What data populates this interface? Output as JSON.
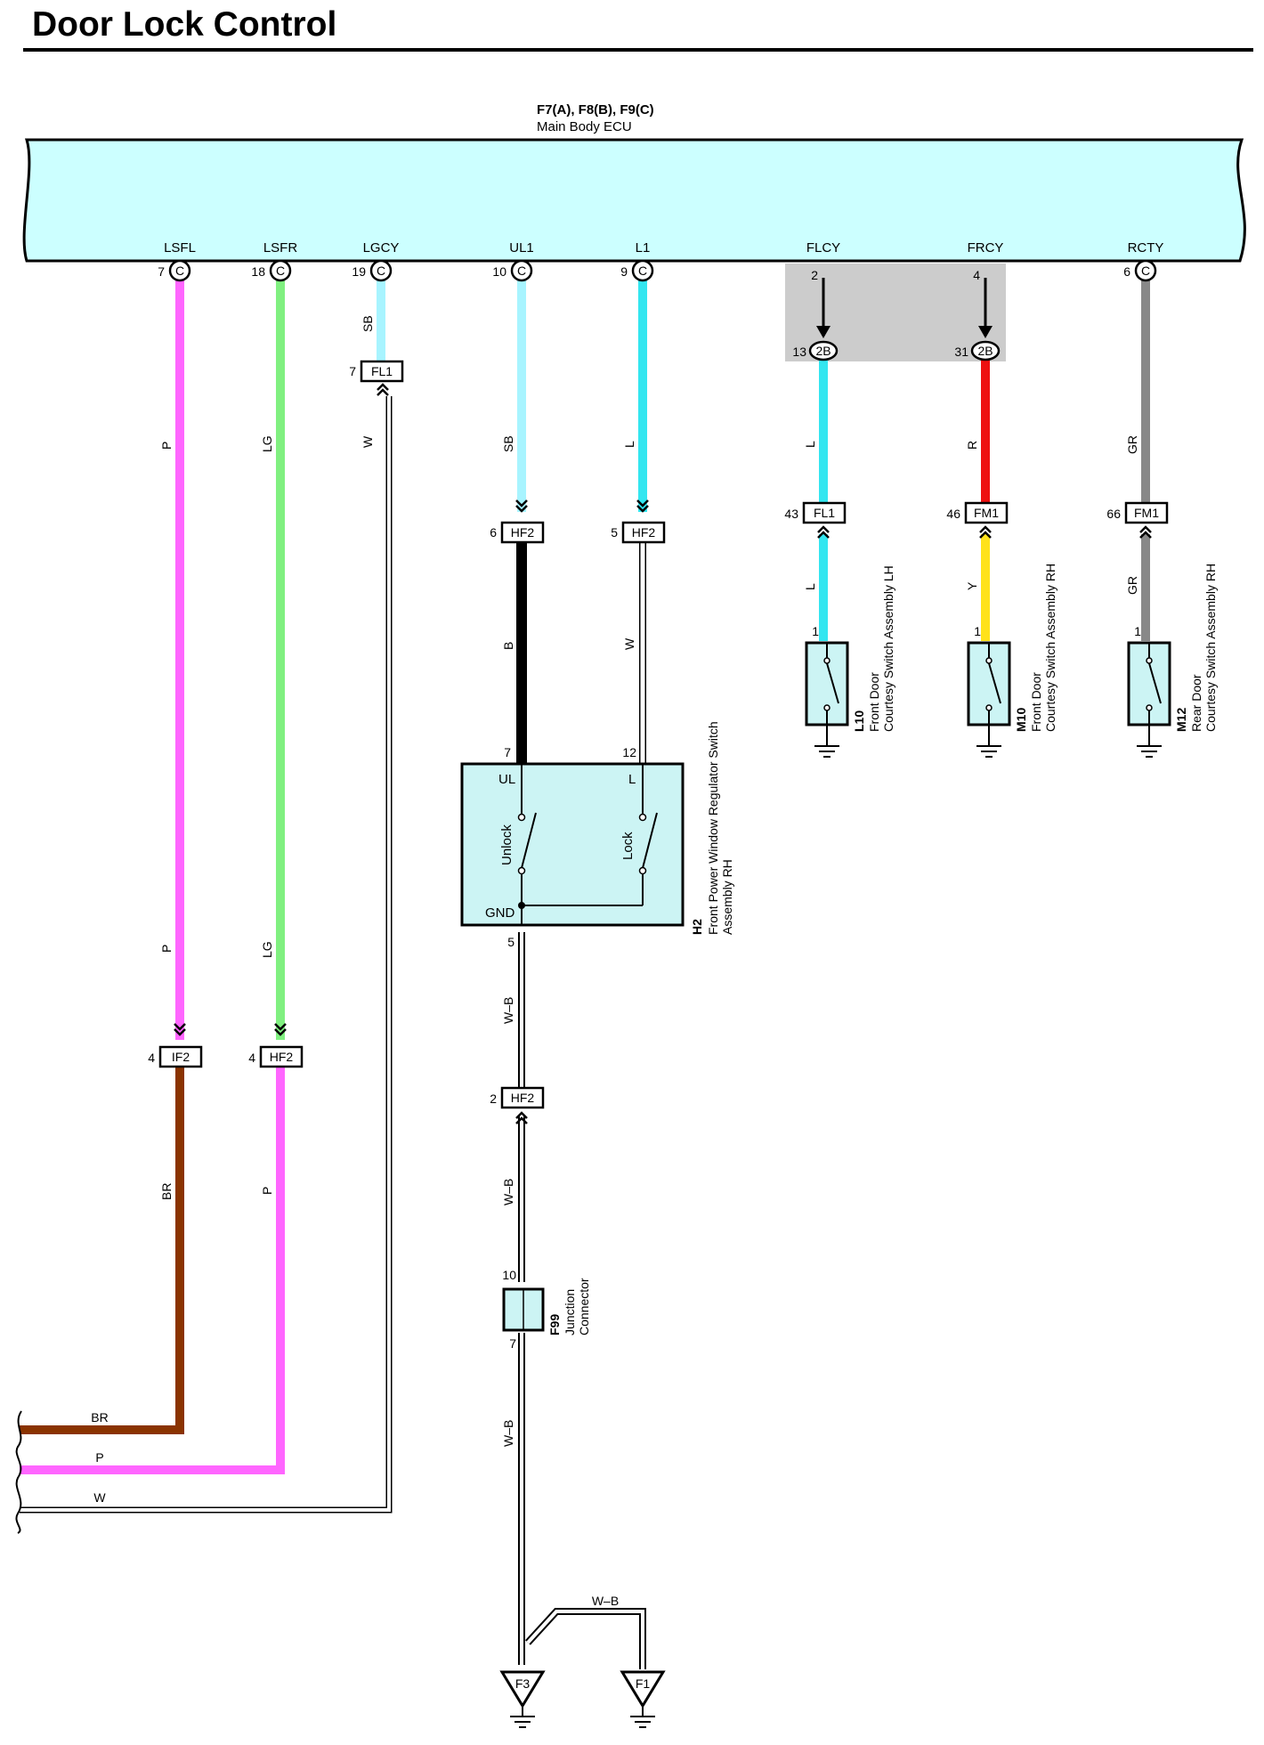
{
  "title": "Door Lock Control",
  "ecu": {
    "header": "F7(A), F8(B), F9(C)",
    "name": "Main Body ECU",
    "terminals": [
      {
        "name": "LSFL",
        "pin": "7",
        "conn": "C"
      },
      {
        "name": "LSFR",
        "pin": "18",
        "conn": "C"
      },
      {
        "name": "LGCY",
        "pin": "19",
        "conn": "C"
      },
      {
        "name": "UL1",
        "pin": "10",
        "conn": "C"
      },
      {
        "name": "L1",
        "pin": "9",
        "conn": "C"
      },
      {
        "name": "FLCY",
        "pin": "2",
        "conn": ""
      },
      {
        "name": "FRCY",
        "pin": "4",
        "conn": ""
      },
      {
        "name": "RCTY",
        "pin": "6",
        "conn": "C"
      }
    ]
  },
  "wire_colors": {
    "P": "#ff66ff",
    "LG": "#80f080",
    "SB": "#a8f4ff",
    "L": "#33e6f0",
    "R": "#ee1111",
    "Y": "#ffe21a",
    "GR": "#888888",
    "B": "#000000",
    "BR": "#8a3300",
    "W": "#ffffff",
    "W-B": "#ffffff"
  },
  "wires": [
    {
      "id": "lsfl-upper",
      "color": "P",
      "labels": [
        "P",
        "P"
      ]
    },
    {
      "id": "lsfr-upper",
      "color": "LG",
      "labels": [
        "LG",
        "LG"
      ]
    },
    {
      "id": "lgcy-top",
      "color": "SB",
      "labels": [
        "SB"
      ]
    },
    {
      "id": "lgcy-w",
      "color": "W",
      "labels": [
        "W"
      ]
    },
    {
      "id": "ul1-top",
      "color": "SB",
      "labels": [
        "SB"
      ]
    },
    {
      "id": "l1-top",
      "color": "L",
      "labels": [
        "L"
      ]
    },
    {
      "id": "ul-mid",
      "color": "B",
      "labels": [
        "B"
      ]
    },
    {
      "id": "l-mid",
      "color": "W",
      "labels": [
        "W"
      ]
    },
    {
      "id": "flcy-top",
      "color": "L",
      "labels": [
        "L"
      ]
    },
    {
      "id": "flcy-bottom",
      "color": "L",
      "labels": [
        "L"
      ]
    },
    {
      "id": "frcy-top",
      "color": "R",
      "labels": [
        "R"
      ]
    },
    {
      "id": "frcy-bottom",
      "color": "Y",
      "labels": [
        "Y"
      ]
    },
    {
      "id": "rcty-top",
      "color": "GR",
      "labels": [
        "GR"
      ]
    },
    {
      "id": "rcty-bottom",
      "color": "GR",
      "labels": [
        "GR"
      ]
    },
    {
      "id": "lsfl-lower",
      "color": "BR",
      "labels": [
        "BR",
        "BR"
      ]
    },
    {
      "id": "lsfr-lower",
      "color": "P",
      "labels": [
        "P",
        "P"
      ]
    },
    {
      "id": "lgcy-lower",
      "color": "W",
      "labels": [
        "W"
      ]
    },
    {
      "id": "gnd-1",
      "color": "W-B",
      "labels": [
        "W–B"
      ]
    },
    {
      "id": "gnd-2",
      "color": "W-B",
      "labels": [
        "W–B"
      ]
    },
    {
      "id": "gnd-3",
      "color": "W-B",
      "labels": [
        "W–B"
      ]
    },
    {
      "id": "gnd-4",
      "color": "W-B",
      "labels": [
        "W–B"
      ]
    }
  ],
  "connectors": {
    "fl1_lgcy": {
      "pin": "7",
      "name": "FL1"
    },
    "hf2_ul1": {
      "pin": "6",
      "name": "HF2"
    },
    "hf2_l1": {
      "pin": "5",
      "name": "HF2"
    },
    "j2b_flcy": {
      "pin": "13",
      "name": "2B"
    },
    "j2b_frcy": {
      "pin": "31",
      "name": "2B"
    },
    "fl1_flcy": {
      "pin": "43",
      "name": "FL1"
    },
    "fm1_frcy": {
      "pin": "46",
      "name": "FM1"
    },
    "fm1_rcty": {
      "pin": "66",
      "name": "FM1"
    },
    "if2_lsfl": {
      "pin": "4",
      "name": "IF2"
    },
    "hf2_lsfr": {
      "pin": "4",
      "name": "HF2"
    },
    "hf2_gnd": {
      "pin": "2",
      "name": "HF2"
    }
  },
  "components": {
    "h2": {
      "code": "H2",
      "line1": "Front Power Window Regulator Switch",
      "line2": "Assembly RH",
      "pins": {
        "ul": "7",
        "l": "12",
        "gnd": "5"
      },
      "terminals": {
        "ul": "UL",
        "l": "L",
        "gnd": "GND"
      },
      "switches": {
        "unlock": "Unlock",
        "lock": "Lock"
      }
    },
    "l10": {
      "code": "L10",
      "line1": "Front Door",
      "line2": "Courtesy Switch Assembly LH",
      "pin": "1"
    },
    "m10": {
      "code": "M10",
      "line1": "Front Door",
      "line2": "Courtesy Switch Assembly RH",
      "pin": "1"
    },
    "m12": {
      "code": "M12",
      "line1": "Rear Door",
      "line2": "Courtesy Switch Assembly RH",
      "pin": "1"
    },
    "f99": {
      "code": "F99",
      "line1": "Junction",
      "line2": "Connector",
      "pin_top": "10",
      "pin_bottom": "7"
    }
  },
  "grounds": [
    {
      "name": "F3"
    },
    {
      "name": "F1"
    }
  ],
  "offpage": {
    "br": "BR",
    "p": "P",
    "w": "W"
  },
  "fills": {
    "ecu": "#ccffff",
    "junction_block": "#cccccc",
    "component": "#ccf4f4"
  }
}
